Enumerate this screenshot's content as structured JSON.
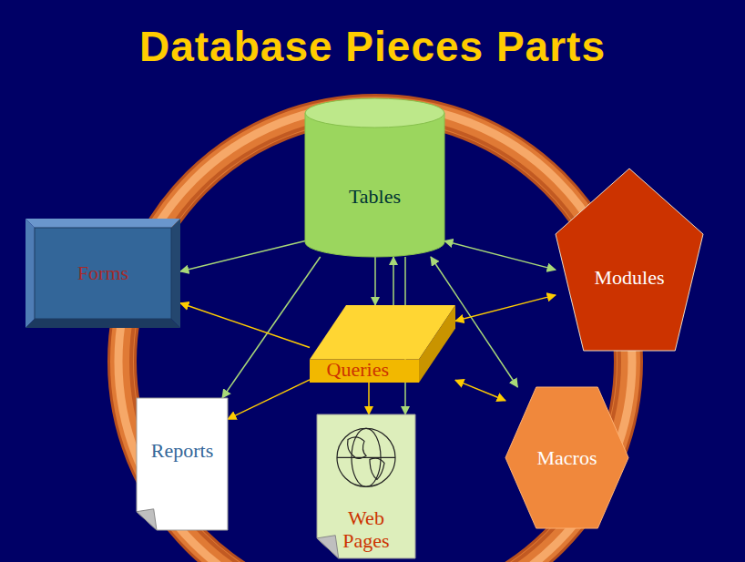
{
  "diagram": {
    "title": "Database Pieces Parts",
    "nodes": [
      {
        "text": [
          "Tables"
        ]
      },
      {
        "text": [
          "Forms"
        ]
      },
      {
        "text": [
          "Modules"
        ]
      },
      {
        "text": [
          "Queries"
        ]
      },
      {
        "text": [
          "Reports"
        ]
      },
      {
        "text": [
          "Web Pages"
        ]
      },
      {
        "text": [
          "Macros"
        ]
      }
    ],
    "edges": [
      {
        "from": 0,
        "to": 1,
        "arrow": "to"
      },
      {
        "from": 0,
        "to": 4,
        "arrow": "to"
      },
      {
        "from": 0,
        "to": 3,
        "arrow": "to"
      },
      {
        "from": 3,
        "to": 0,
        "arrow": "to"
      },
      {
        "from": 0,
        "to": 5,
        "arrow": "to"
      },
      {
        "from": 0,
        "to": 2,
        "arrow": "both"
      },
      {
        "from": 0,
        "to": 6,
        "arrow": "both"
      },
      {
        "from": 3,
        "to": 1,
        "arrow": "to"
      },
      {
        "from": 3,
        "to": 4,
        "arrow": "to"
      },
      {
        "from": 3,
        "to": 5,
        "arrow": "to"
      },
      {
        "from": 3,
        "to": 2,
        "arrow": "both"
      },
      {
        "from": 3,
        "to": 6,
        "arrow": "both"
      }
    ]
  }
}
